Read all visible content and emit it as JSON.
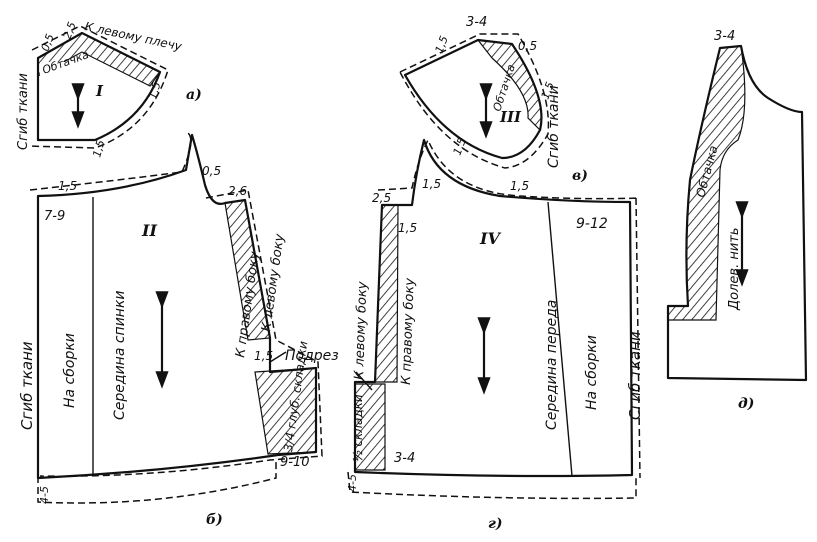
{
  "figure_labels": {
    "a": "а)",
    "b": "б)",
    "v": "в)",
    "g": "г)",
    "d": "д)"
  },
  "piece_numbers": {
    "p1": "I",
    "p2": "II",
    "p3": "III",
    "p4": "IV"
  },
  "piece_a": {
    "fold": "Сгиб ткани",
    "shoulder": "К левому плечу",
    "facing": "Обтачка",
    "m05": "0,5",
    "m25": "2,5",
    "m15a": "1,5",
    "m15b": "1,5"
  },
  "piece_b": {
    "fold": "Сгиб ткани",
    "gather": "На сборки",
    "center": "Середина спинки",
    "right_side": "К правому боку",
    "left_side": "К левому боку",
    "cut": "Подрез",
    "pleat": "3/4 глуб. складки",
    "m15": "1,5",
    "m05": "0,5",
    "m26": "2,6",
    "m79": "7-9",
    "m15side": "1,5",
    "m910": "9-10",
    "m45": "4-5"
  },
  "piece_v": {
    "fold": "Сгиб ткани",
    "facing": "Обтачка",
    "m34": "3-4",
    "m15a": "1,5",
    "m05": "0,5",
    "m15b": "1,5",
    "m15c": "1,5"
  },
  "piece_g": {
    "left_side": "К левому боку",
    "right_side": "К правому боку",
    "pleat": "½ складки",
    "center": "Середина переда",
    "gather": "На сборки",
    "fold": "Сгиб ткани",
    "m25": "2,5",
    "m15a": "1,5",
    "m15b": "1,5",
    "m15c": "1,5",
    "m912": "9-12",
    "m34": "3-4",
    "m45": "4-5"
  },
  "piece_d": {
    "facing": "Обтачка",
    "grain": "Долев. нить",
    "m34": "3-4"
  }
}
